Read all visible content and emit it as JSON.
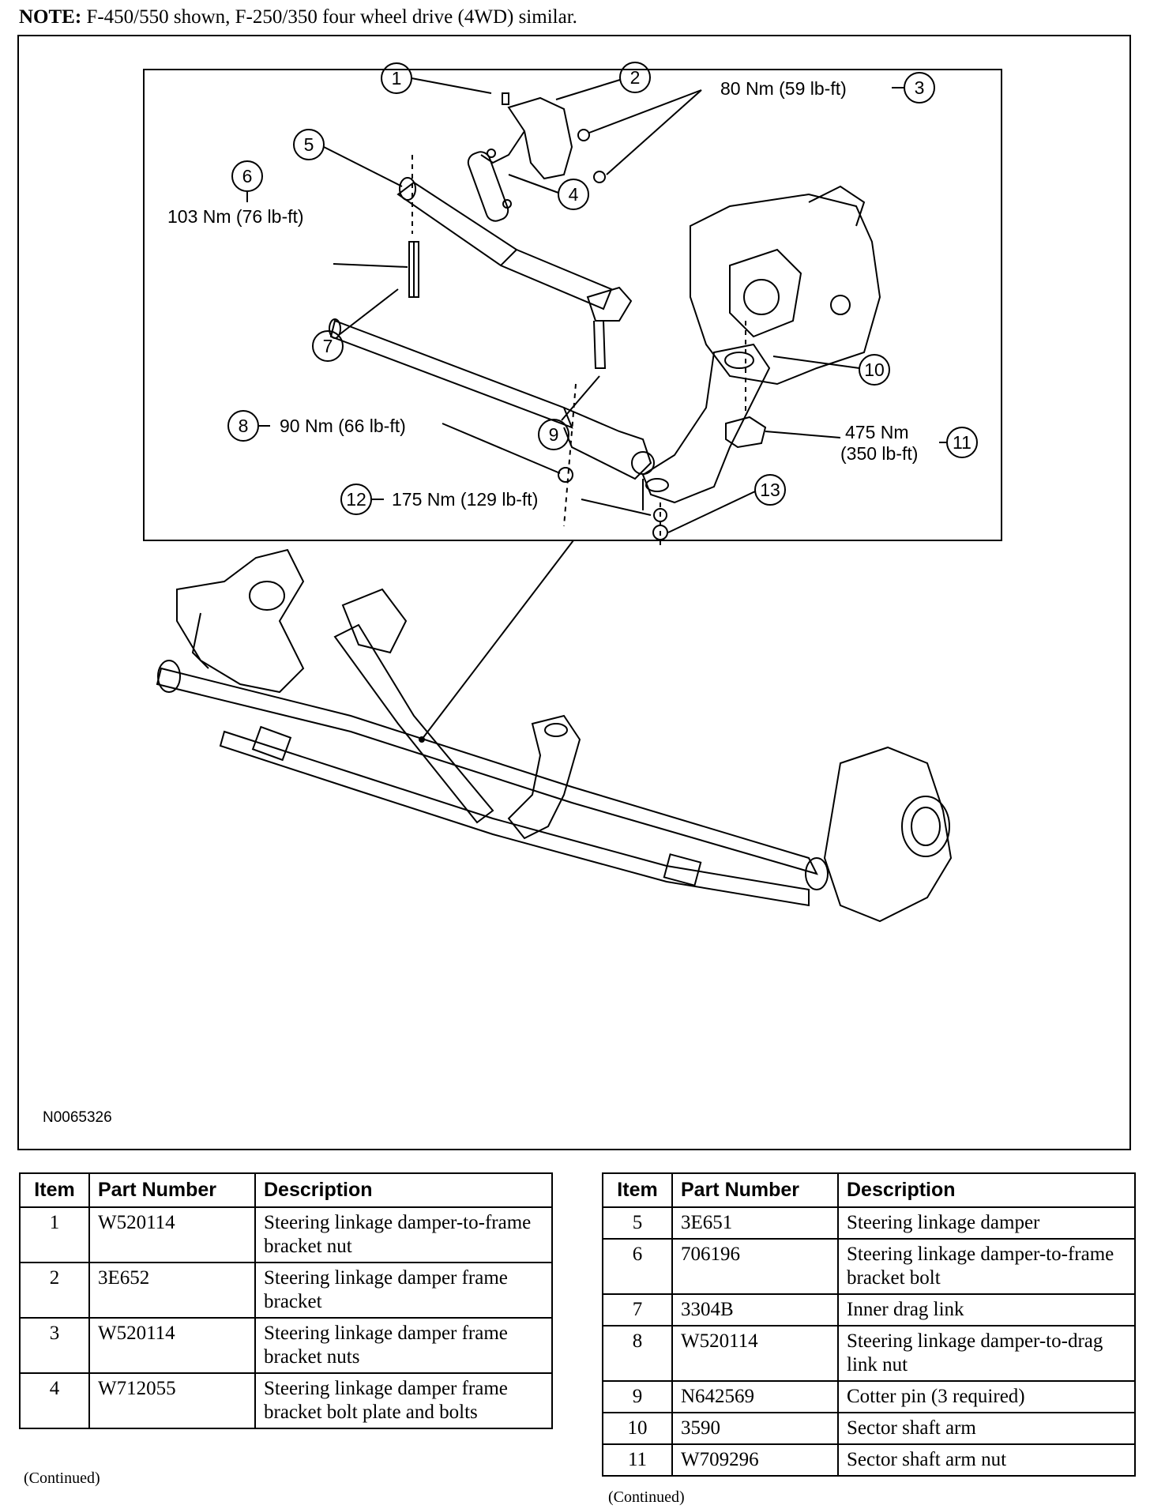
{
  "note": {
    "label": "NOTE:",
    "text": " F-450/550 shown, F-250/350 four wheel drive (4WD) similar."
  },
  "figure": {
    "id": "N0065326",
    "callouts": {
      "c1": "1",
      "c2": "2",
      "c3": "3",
      "c4": "4",
      "c5": "5",
      "c6": "6",
      "c7": "7",
      "c8": "8",
      "c9": "9",
      "c10": "10",
      "c11": "11",
      "c12": "12",
      "c13": "13"
    },
    "torque": {
      "t3": "80 Nm (59 lb-ft)",
      "t6": "103 Nm (76 lb-ft)",
      "t8": "90 Nm (66 lb-ft)",
      "t11a": "475 Nm",
      "t11b": "(350 lb-ft)",
      "t12": "175 Nm (129 lb-ft)"
    }
  },
  "tables": {
    "headers": {
      "item": "Item",
      "part": "Part Number",
      "desc": "Description"
    },
    "left": [
      {
        "item": "1",
        "part": "W520114",
        "desc": "Steering linkage damper-to-frame bracket nut"
      },
      {
        "item": "2",
        "part": "3E652",
        "desc": "Steering linkage damper frame bracket"
      },
      {
        "item": "3",
        "part": "W520114",
        "desc": "Steering linkage damper frame bracket nuts"
      },
      {
        "item": "4",
        "part": "W712055",
        "desc": "Steering linkage damper frame bracket bolt plate and bolts"
      }
    ],
    "right": [
      {
        "item": "5",
        "part": "3E651",
        "desc": "Steering linkage damper"
      },
      {
        "item": "6",
        "part": "706196",
        "desc": "Steering linkage damper-to-frame bracket bolt"
      },
      {
        "item": "7",
        "part": "3304B",
        "desc": "Inner drag link"
      },
      {
        "item": "8",
        "part": "W520114",
        "desc": "Steering linkage damper-to-drag link nut"
      },
      {
        "item": "9",
        "part": "N642569",
        "desc": "Cotter pin (3 required)"
      },
      {
        "item": "10",
        "part": "3590",
        "desc": "Sector shaft arm"
      },
      {
        "item": "11",
        "part": "W709296",
        "desc": "Sector shaft arm nut"
      }
    ],
    "continued_left": "(Continued)",
    "continued_right": "(Continued)"
  }
}
